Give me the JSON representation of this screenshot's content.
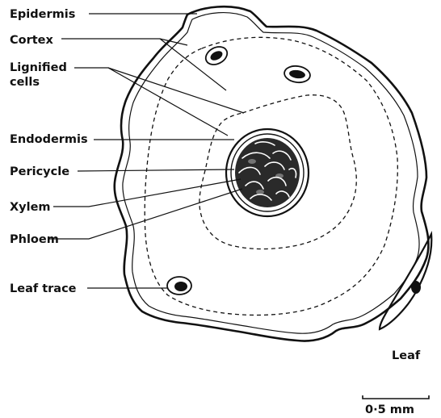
{
  "labels": {
    "epidermis": "Epidermis",
    "cortex": "Cortex",
    "lignified_1": "Lignified",
    "lignified_2": "cells",
    "endodermis": "Endodermis",
    "pericycle": "Pericycle",
    "xylem": "Xylem",
    "phloem": "Phloem",
    "leaf_trace": "Leaf trace",
    "leaf": "Leaf"
  },
  "scale_bar": {
    "label": "0·5 mm"
  }
}
